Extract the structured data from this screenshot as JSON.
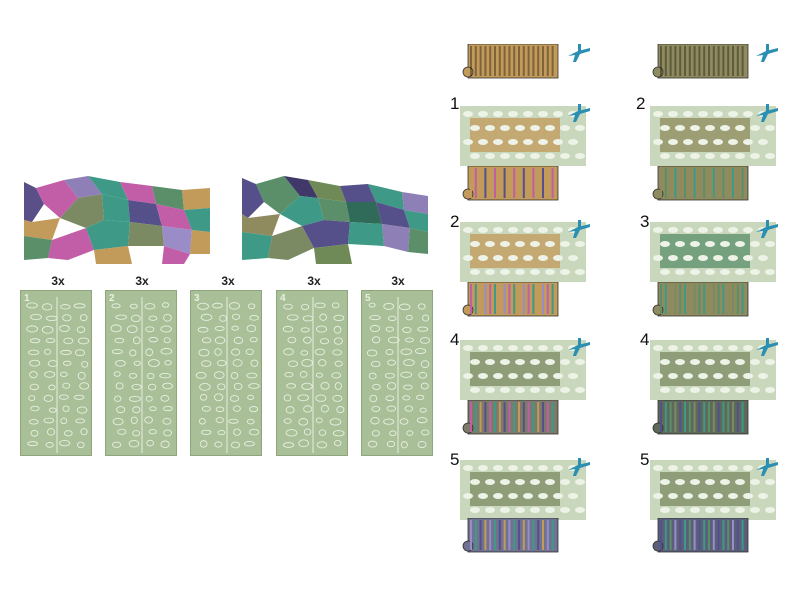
{
  "multipliers": [
    "3x",
    "3x",
    "3x",
    "3x",
    "3x"
  ],
  "sheet_numbers": [
    "1",
    "2",
    "3",
    "4",
    "5"
  ],
  "step_numbers_left": [
    "1",
    "2",
    "4",
    "5"
  ],
  "step_numbers_right": [
    "2",
    "3",
    "4",
    "5"
  ],
  "colors": {
    "stencil": "#a9bf98",
    "stencil_holes": "#e7efe0",
    "base_left": "#c29a5a",
    "base_right": "#8f8b5e",
    "airbrush": "#2a8fb0",
    "camo": [
      "#c25ea7",
      "#3e9a86",
      "#7b8a63",
      "#c29a5a",
      "#55508a",
      "#9a8cc7",
      "#5a8f6a"
    ]
  },
  "icons": [
    "airbrush-icon"
  ]
}
